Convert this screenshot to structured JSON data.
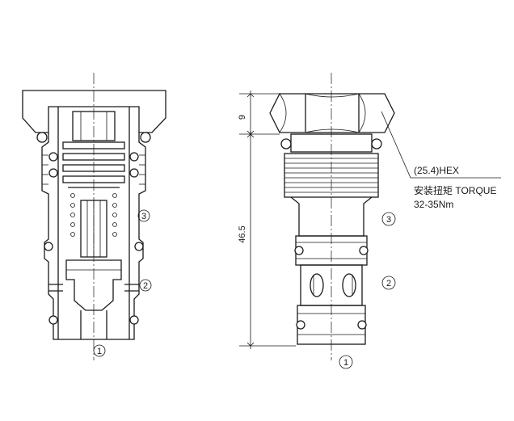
{
  "ports": {
    "left_p1": "1",
    "left_p2": "2",
    "left_p3": "3",
    "right_p1": "1",
    "right_p2": "2",
    "right_p3": "3"
  },
  "dimensions": {
    "hex_height": "9",
    "overall_length": "46.5"
  },
  "callout": {
    "hex": "(25.4)HEX",
    "torque": "安装扭矩 TORQUE",
    "torque_value": "32-35Nm"
  }
}
